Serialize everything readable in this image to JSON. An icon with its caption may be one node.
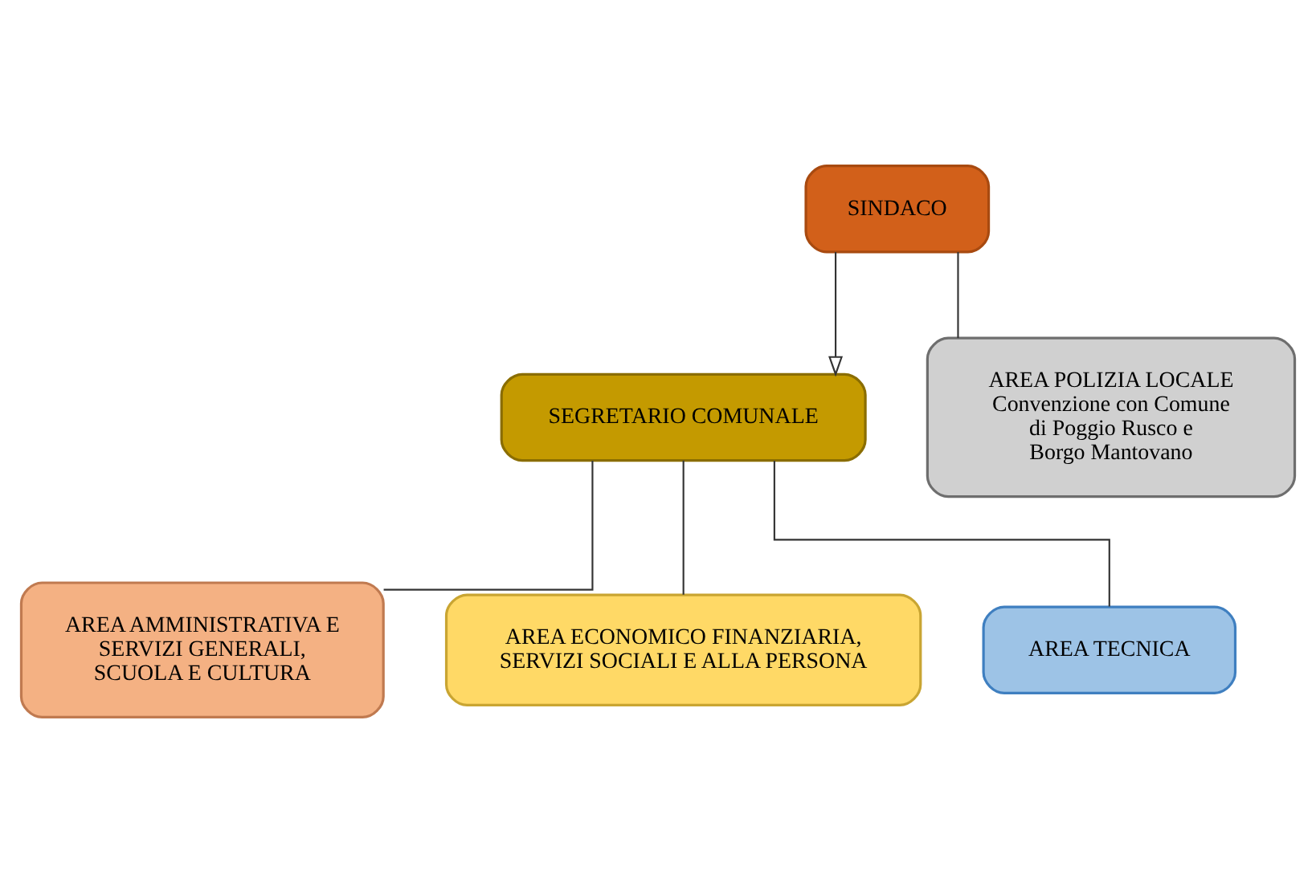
{
  "diagram": {
    "nodes": [
      {
        "text": [
          "SINDACO"
        ]
      },
      {
        "text": [
          "SEGRETARIO COMUNALE"
        ]
      },
      {
        "text": [
          "AREA POLIZIA LOCALE",
          "Convenzione con Comune di Poggio Rusco e Borgo Mantovano"
        ]
      },
      {
        "text": [
          "AREA AMMINISTRATIVA E SERVIZI GENERALI, SCUOLA E CULTURA"
        ]
      },
      {
        "text": [
          "AREA ECONOMICO FINANZIARIA, SERVIZI SOCIALI E ALLA PERSONA"
        ]
      },
      {
        "text": [
          "AREA TECNICA"
        ]
      }
    ],
    "edges": [
      {
        "from": 0,
        "to": 1,
        "arrow": "to"
      },
      {
        "from": 0,
        "to": 2,
        "arrow": "none"
      },
      {
        "from": 1,
        "to": 3,
        "arrow": "none"
      },
      {
        "from": 1,
        "to": 4,
        "arrow": "none"
      },
      {
        "from": 1,
        "to": 5,
        "arrow": "none"
      }
    ]
  }
}
